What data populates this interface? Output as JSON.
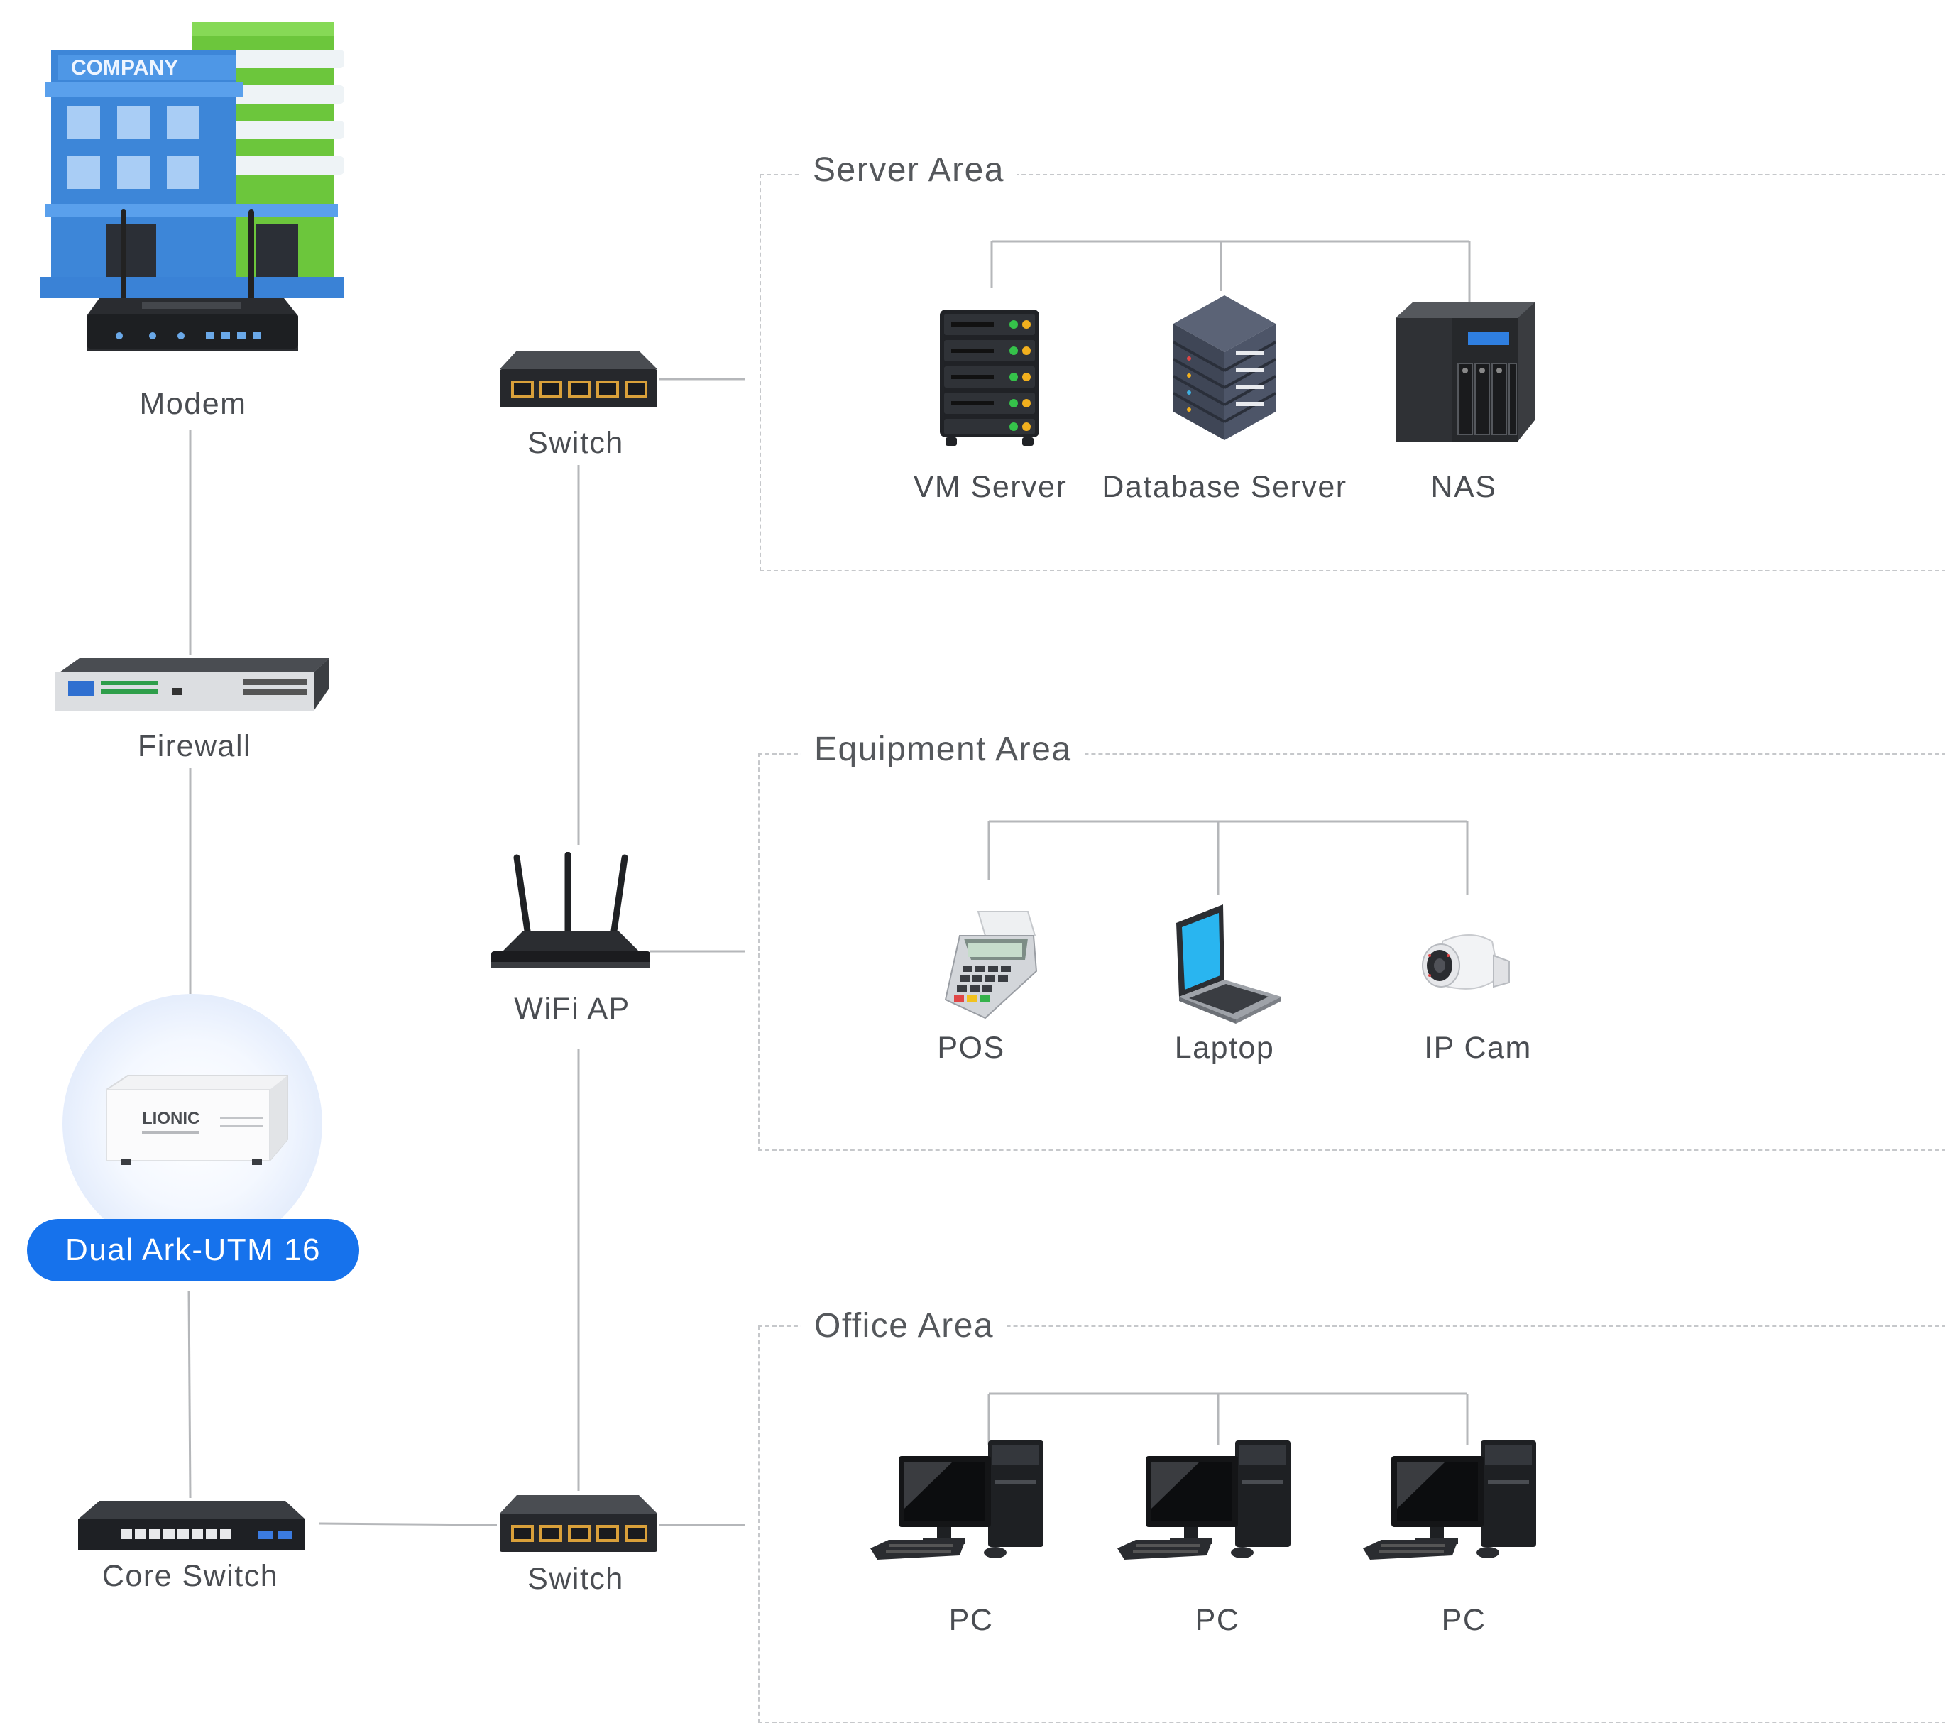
{
  "nodes": {
    "modem": "Modem",
    "firewall": "Firewall",
    "utm": "Dual Ark-UTM 16",
    "core_switch": "Core Switch",
    "switch_top": "Switch",
    "wifi_ap": "WiFi AP",
    "switch_bottom": "Switch"
  },
  "building_sign": "COMPANY",
  "utm_brand": "LIONIC",
  "areas": {
    "server": {
      "title": "Server Area",
      "devices": [
        "VM Server",
        "Database Server",
        "NAS"
      ]
    },
    "equipment": {
      "title": "Equipment Area",
      "devices": [
        "POS",
        "Laptop",
        "IP Cam"
      ]
    },
    "office": {
      "title": "Office Area",
      "devices": [
        "PC",
        "PC",
        "PC"
      ]
    }
  },
  "colors": {
    "accent": "#1672ec",
    "line": "#b5b7ba",
    "dashed_border": "#c6c8cb",
    "label_text": "#4a4d52"
  },
  "icons": [
    "building-icon",
    "router-icon",
    "firewall-icon",
    "utm-appliance-icon",
    "core-switch-icon",
    "switch-icon",
    "wifi-ap-icon",
    "rack-server-icon",
    "database-server-icon",
    "nas-icon",
    "pos-terminal-icon",
    "laptop-icon",
    "ip-camera-icon",
    "desktop-pc-icon"
  ]
}
